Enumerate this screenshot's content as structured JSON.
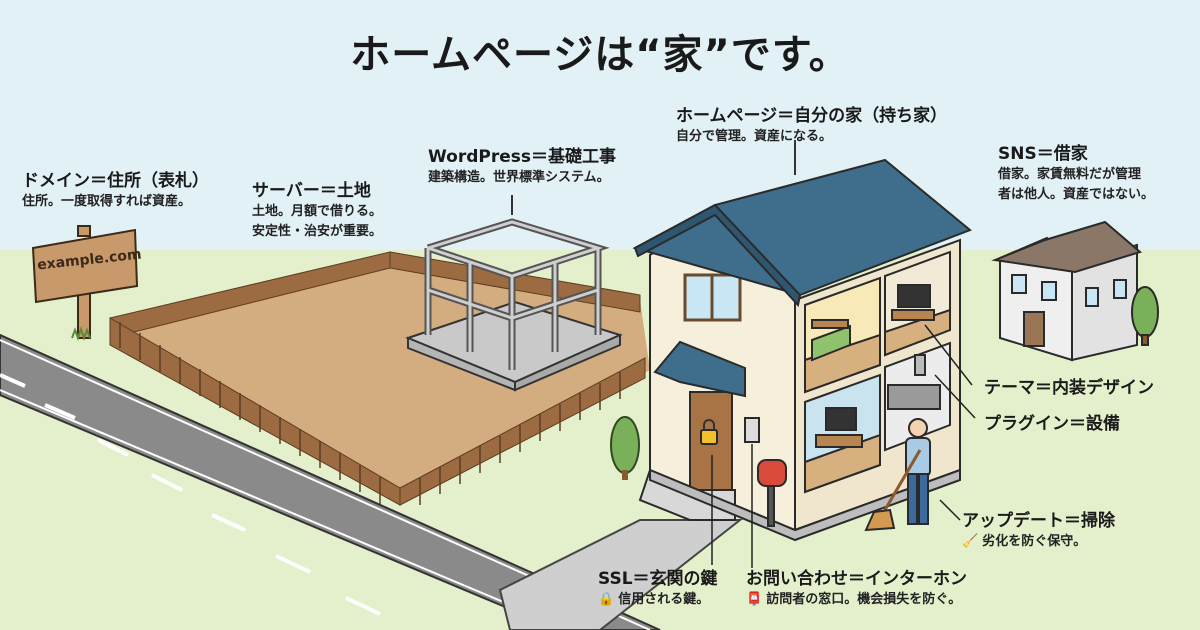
{
  "title": "ホームページは“家”です。",
  "colors": {
    "sky": "#e2f1f6",
    "grass": "#e3f0cb",
    "roof_blue": "#3f6e8c",
    "wall_cream": "#f6efdc",
    "soil": "#d3ad80",
    "fence": "#9c6b42",
    "road": "#8a8a8a",
    "sns_roof": "#8a7768",
    "lock": "#f2c12e",
    "postbox": "#d94a3c"
  },
  "sign": {
    "text": "example.com"
  },
  "labels": {
    "domain": {
      "heading": "ドメイン＝住所（表札）",
      "desc": "住所。一度取得すれば資産。"
    },
    "server": {
      "heading": "サーバー＝土地",
      "desc_lines": [
        "土地。月額で借りる。",
        "安定性・治安が重要。"
      ]
    },
    "wordpress": {
      "heading": "WordPress＝基礎工事",
      "desc": "建築構造。世界標準システム。"
    },
    "homepage": {
      "heading": "ホームページ＝自分の家（持ち家）",
      "desc": "自分で管理。資産になる。"
    },
    "sns": {
      "heading": "SNS＝借家",
      "desc_lines": [
        "借家。家賃無料だが管理",
        "者は他人。資産ではない。"
      ]
    },
    "theme": {
      "heading": "テーマ＝内装デザイン"
    },
    "plugin": {
      "heading": "プラグイン＝設備"
    },
    "update": {
      "heading": "アップデート＝掃除",
      "icon": "broom-icon",
      "icon_glyph": "🧹",
      "desc": "劣化を防ぐ保守。"
    },
    "ssl": {
      "heading": "SSL＝玄関の鍵",
      "icon": "lock-icon",
      "icon_glyph": "🔒",
      "desc": "信用される鍵。"
    },
    "contact": {
      "heading": "お問い合わせ＝インターホン",
      "icon": "postbox-icon",
      "icon_glyph": "📮",
      "desc": "訪問者の窓口。機会損失を防ぐ。"
    }
  }
}
